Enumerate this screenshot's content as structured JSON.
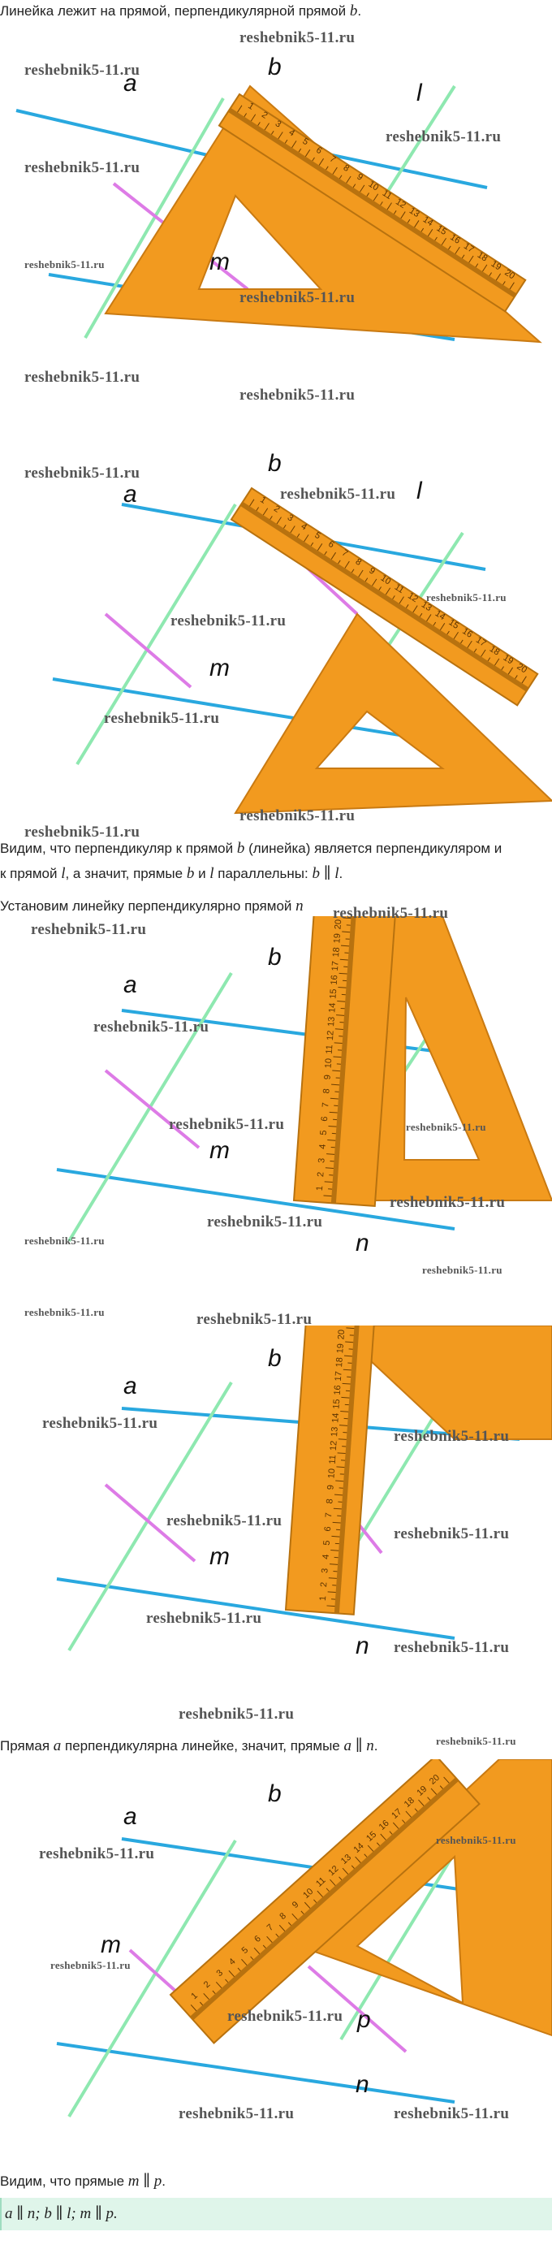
{
  "paragraphs": {
    "p1": {
      "text": "Линейка лежит на прямой, перпендикулярной прямой ",
      "var": "b",
      "end": "."
    },
    "p2a": {
      "text": "Видим, что перпендикуляр к прямой ",
      "var": "b",
      "end": " (линейка) является перпендикуляром и"
    },
    "p2b": {
      "text1": "к прямой ",
      "var1": "l",
      "text2": ", а значит, прямые ",
      "var2": "b",
      "text3": " и ",
      "var3": "l",
      "text4": " параллельны: ",
      "formula": "b ∥ l",
      "end": "."
    },
    "p3": {
      "text": "Установим линейку перпендикулярно прямой ",
      "var": "n"
    },
    "p4": {
      "text": "Прямая ",
      "var": "a",
      "text2": " перпендикулярна линейке, значит, прямые ",
      "formula": "a ∥ n",
      "end": "."
    },
    "p5": {
      "text": "Видим, что прямые ",
      "formula": "m ∥ p",
      "end": "."
    }
  },
  "answer": "a ∥ n; b ∥ l; m ∥ p.",
  "figures": {
    "fig1": {
      "labels": [
        "a",
        "b",
        "l",
        "m"
      ]
    },
    "fig2": {
      "labels": [
        "a",
        "b",
        "l",
        "m"
      ]
    },
    "fig3": {
      "labels": [
        "a",
        "b",
        "m",
        "n"
      ]
    },
    "fig4": {
      "labels": [
        "a",
        "b",
        "m",
        "n"
      ]
    },
    "fig5": {
      "labels": [
        "a",
        "b",
        "m",
        "n",
        "p"
      ]
    }
  },
  "watermark": "reshebnik5-11.ru",
  "ruler_ticks": [
    "1",
    "2",
    "3",
    "4",
    "5",
    "6",
    "7",
    "8",
    "9",
    "10",
    "11",
    "12",
    "13",
    "14",
    "15",
    "16",
    "17",
    "18",
    "19",
    "20"
  ],
  "colors": {
    "line_blue": "#29a8df",
    "line_green": "#8ee8b0",
    "line_pink": "#dd7be6",
    "ruler_orange": "#f29a1f",
    "ruler_edge": "#b8720f",
    "answer_bg": "#dff5ea"
  }
}
